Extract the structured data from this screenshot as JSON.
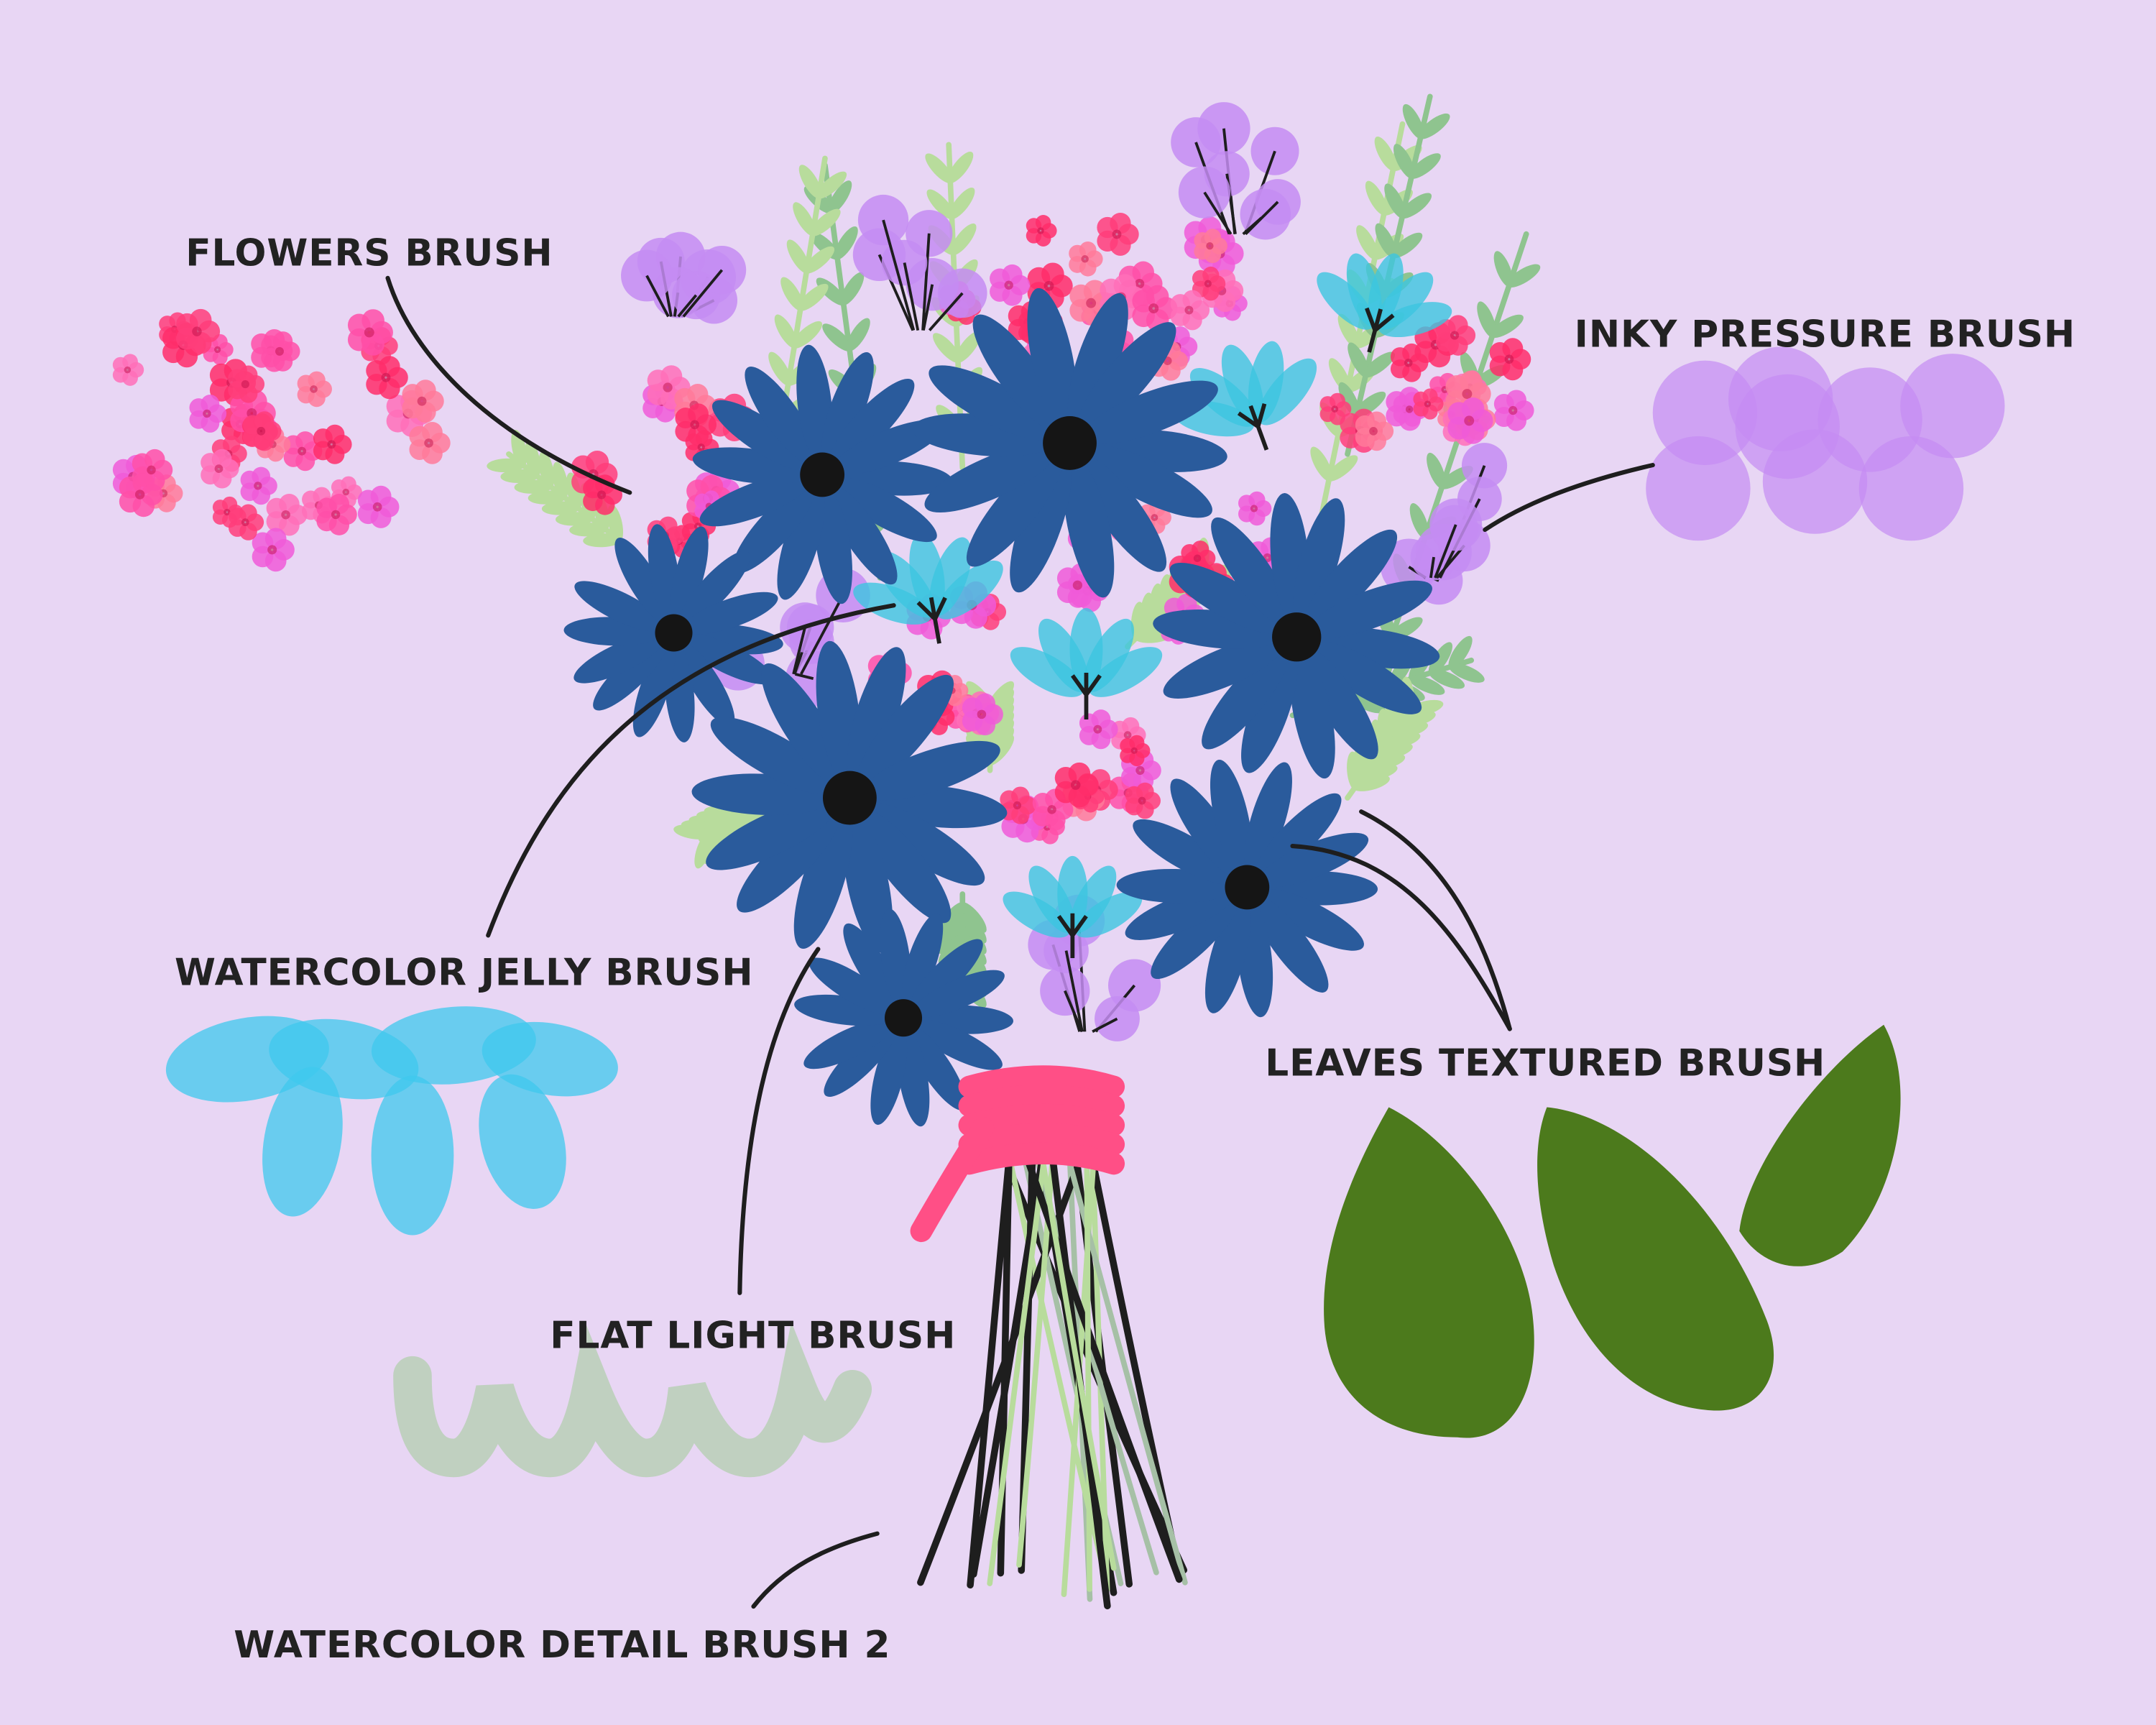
{
  "labels": {
    "flowers": "FLOWERS BRUSH",
    "inky": "INKY PRESSURE BRUSH",
    "jelly": "WATERCOLOR JELLY BRUSH",
    "leaves": "LEAVES TEXTURED BRUSH",
    "flat": "FLAT LIGHT BRUSH",
    "detail": "WATERCOLOR DETAIL BRUSH 2"
  },
  "colors": {
    "background": "#e8d6f4",
    "daisy": "#2a5b9c",
    "cyan": "#3cc6e0",
    "pink": "#ff4fa8",
    "purple": "#c48cf2",
    "leaf_light": "#b8dc9c",
    "leaf_fern": "#8fc48f",
    "leaf_dark": "#4c7a1c",
    "wrap": "#ff4f86",
    "flat": "#b9cfb6",
    "ink": "#1e1e1e"
  }
}
